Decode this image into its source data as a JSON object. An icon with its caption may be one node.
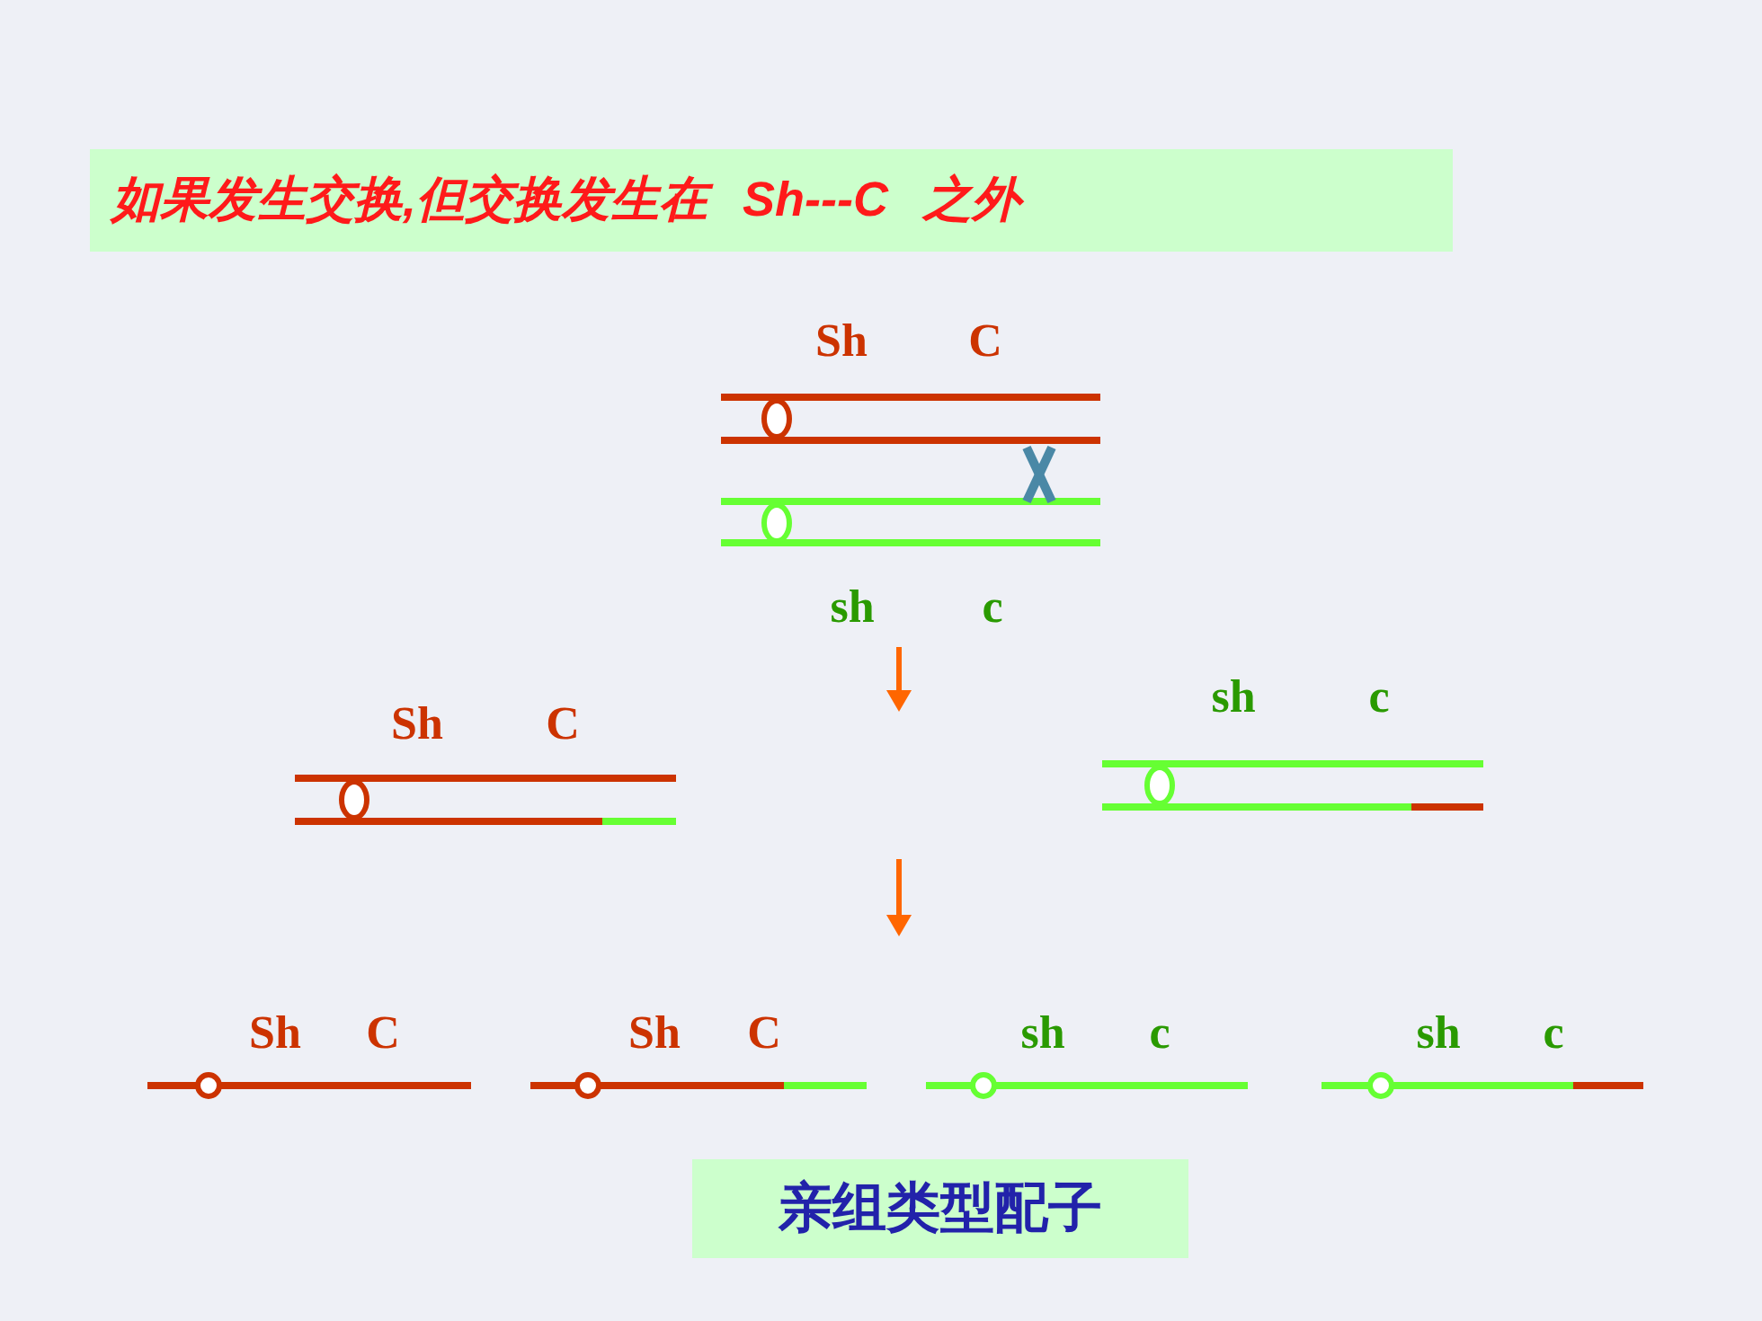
{
  "diagram": {
    "title": "如果发生交换,但交换发生在 *Sh---C* 之外",
    "nodes": [
      {
        "text": [
          "亲组类型配子"
        ]
      }
    ],
    "labels": [
      "Sh",
      "C",
      "sh",
      "c",
      "Sh",
      "C",
      "sh",
      "c",
      "Sh",
      "C",
      "Sh",
      "C",
      "sh",
      "c",
      "sh",
      "c"
    ]
  }
}
